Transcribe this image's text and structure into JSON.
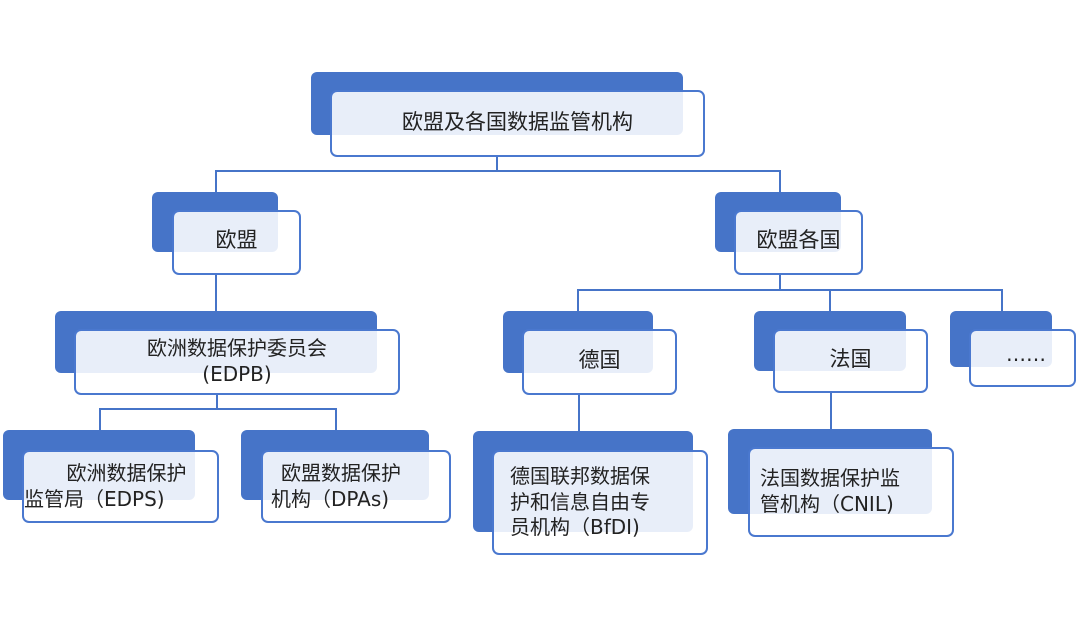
{
  "diagram": {
    "title": "欧盟及各国数据监管机构",
    "colors": {
      "accent": "#4674c8",
      "border": "#4a78cf",
      "front_fill": "#eef2fa",
      "text": "#222222"
    },
    "root": {
      "label": "欧盟及各国数据监管机构"
    },
    "eu": {
      "label": "欧盟",
      "edpb": {
        "line1": "欧洲数据保护委员会",
        "line2": "(EDPB)"
      },
      "edps": {
        "line1": "欧洲数据保护",
        "line2": "监管局（EDPS)"
      },
      "dpas": {
        "line1": "欧盟数据保护",
        "line2": "机构（DPAs)"
      }
    },
    "member_states": {
      "label": "欧盟各国",
      "germany": {
        "label": "德国",
        "authority": {
          "line1": "德国联邦数据保",
          "line2": "护和信息自由专",
          "line3": "员机构（BfDI)"
        }
      },
      "france": {
        "label": "法国",
        "authority": {
          "line1": "法国数据保护监",
          "line2": "管机构（CNIL)"
        }
      },
      "others": {
        "label": "……"
      }
    }
  }
}
